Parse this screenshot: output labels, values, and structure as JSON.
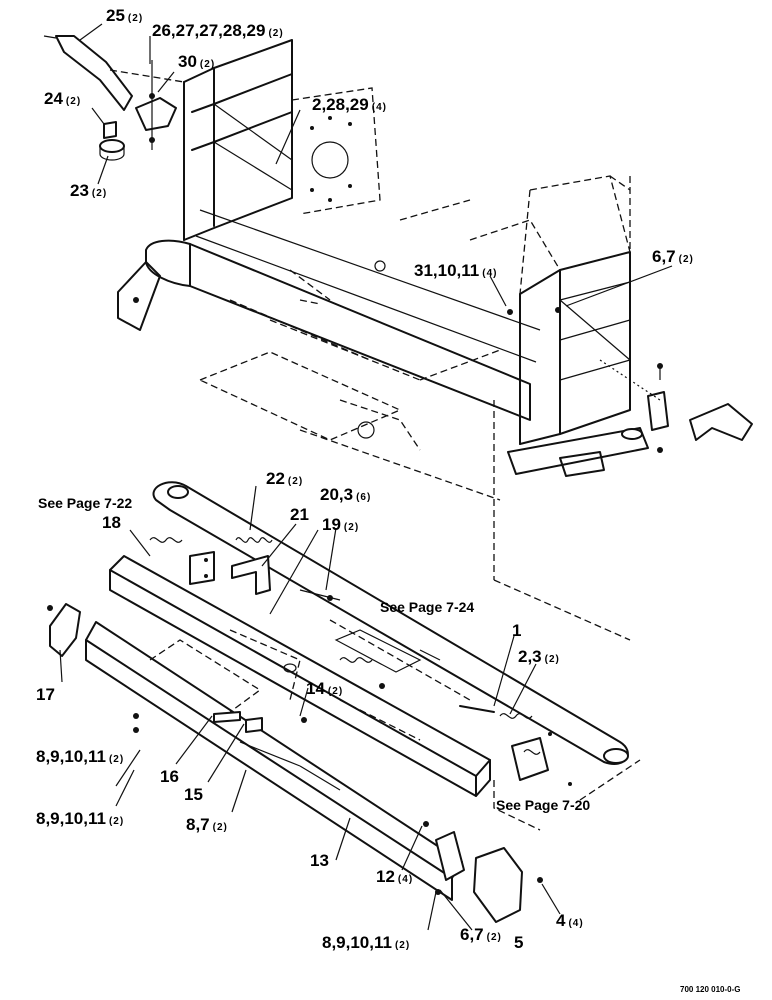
{
  "callouts": [
    {
      "id": "c25",
      "num": "25",
      "qty": "(2)"
    },
    {
      "id": "c26",
      "num": "26,27,27,28,29",
      "qty": "(2)"
    },
    {
      "id": "c30",
      "num": "30",
      "qty": "(2)"
    },
    {
      "id": "c24",
      "num": "24",
      "qty": "(2)"
    },
    {
      "id": "c23",
      "num": "23",
      "qty": "(2)"
    },
    {
      "id": "c2_28_29",
      "num": "2,28,29",
      "qty": "(4)"
    },
    {
      "id": "c6_7_top",
      "num": "6,7",
      "qty": "(2)"
    },
    {
      "id": "c31",
      "num": "31,10,11",
      "qty": "(4)"
    },
    {
      "id": "c22",
      "num": "22",
      "qty": "(2)"
    },
    {
      "id": "c18",
      "num": "18",
      "qty": ""
    },
    {
      "id": "c21",
      "num": "21",
      "qty": ""
    },
    {
      "id": "c20",
      "num": "20,3",
      "qty": "(6)"
    },
    {
      "id": "c19",
      "num": "19",
      "qty": "(2)"
    },
    {
      "id": "c1",
      "num": "1",
      "qty": ""
    },
    {
      "id": "c2_3",
      "num": "2,3",
      "qty": "(2)"
    },
    {
      "id": "c17",
      "num": "17",
      "qty": ""
    },
    {
      "id": "c14",
      "num": "14",
      "qty": "(2)"
    },
    {
      "id": "c8a",
      "num": "8,9,10,11",
      "qty": "(2)"
    },
    {
      "id": "c16",
      "num": "16",
      "qty": ""
    },
    {
      "id": "c15",
      "num": "15",
      "qty": ""
    },
    {
      "id": "c8b",
      "num": "8,9,10,11",
      "qty": "(2)"
    },
    {
      "id": "c8_7",
      "num": "8,7",
      "qty": "(2)"
    },
    {
      "id": "c13",
      "num": "13",
      "qty": ""
    },
    {
      "id": "c12",
      "num": "12",
      "qty": "(4)"
    },
    {
      "id": "c4",
      "num": "4",
      "qty": "(4)"
    },
    {
      "id": "c5",
      "num": "5",
      "qty": ""
    },
    {
      "id": "c8c",
      "num": "8,9,10,11",
      "qty": "(2)"
    },
    {
      "id": "c6_7_bot",
      "num": "6,7",
      "qty": "(2)"
    }
  ],
  "references": {
    "p722": "See Page 7-22",
    "p724": "See Page 7-24",
    "p720": "See Page 7-20"
  },
  "drawing_code": "700 120 010-0-G"
}
